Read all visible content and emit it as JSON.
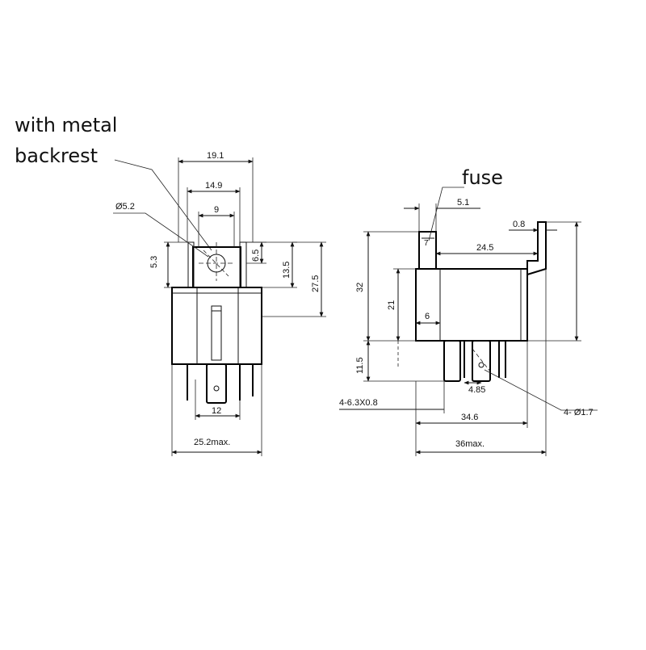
{
  "callouts": {
    "metal_line1": "with metal",
    "metal_line2": "backrest",
    "fuse": "fuse"
  },
  "front_view": {
    "width_19_1": "19.1",
    "width_14_9": "14.9",
    "width_9": "9",
    "hole_dia": "Ø5.2",
    "height_5_3": "5.3",
    "height_6_5": "6.5",
    "height_13_5": "13.5",
    "height_27_5": "27.5",
    "pin_pitch_12": "12",
    "overall_width": "25.2max."
  },
  "side_view": {
    "fuse_5_1": "5.1",
    "bracket_0_8": "0.8",
    "length_24_5": "24.5",
    "height_32": "32",
    "height_21": "21",
    "pin_6": "6",
    "pin_len_11_5": "11.5",
    "pitch_4_85": "4.85",
    "terminals": "4-6.3X0.8",
    "holes": "4- Ø1.7",
    "length_34_6": "34.6",
    "overall_length": "36max."
  }
}
